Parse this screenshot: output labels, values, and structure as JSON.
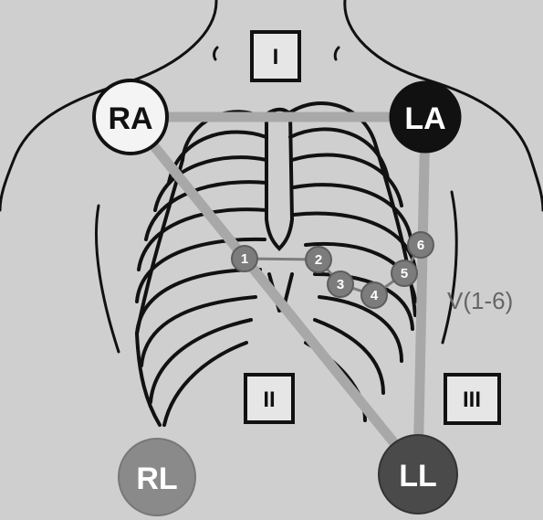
{
  "electrodes": {
    "ra": {
      "label": "RA",
      "fill": "#f4f4f4",
      "text": "#111111"
    },
    "la": {
      "label": "LA",
      "fill": "#111111",
      "text": "#ffffff"
    },
    "rl": {
      "label": "RL",
      "fill": "#8a8a8a",
      "text": "#ffffff"
    },
    "ll": {
      "label": "LL",
      "fill": "#4a4a4a",
      "text": "#ffffff"
    }
  },
  "leads": {
    "lead1": "I",
    "lead2": "II",
    "lead3": "III"
  },
  "precordial": {
    "label": "V(1-6)",
    "numbers": [
      "1",
      "2",
      "3",
      "4",
      "5",
      "6"
    ],
    "fill": "#7c7c7c"
  },
  "colors": {
    "lead_line": "#a8a8a8",
    "outline": "#111111",
    "background": "#cfcfcf"
  }
}
